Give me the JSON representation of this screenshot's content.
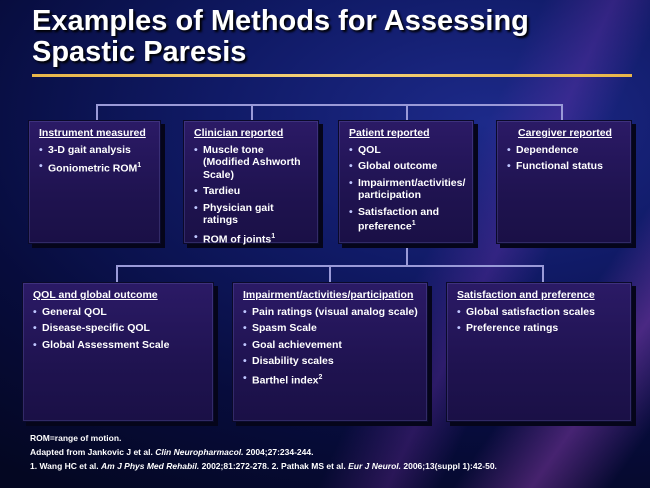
{
  "title": "Examples of Methods for Assessing Spastic Paresis",
  "top_boxes": [
    {
      "heading": "Instrument measured",
      "items": [
        {
          "text": "3-D gait analysis",
          "sup": ""
        },
        {
          "text": "Goniometric ROM",
          "sup": "1"
        }
      ]
    },
    {
      "heading": "Clinician reported",
      "items": [
        {
          "text": "Muscle tone (Modified Ashworth Scale)",
          "sup": ""
        },
        {
          "text": "Tardieu",
          "sup": ""
        },
        {
          "text": "Physician gait ratings",
          "sup": ""
        },
        {
          "text": "ROM of joints",
          "sup": "1"
        }
      ]
    },
    {
      "heading": "Patient reported",
      "items": [
        {
          "text": "QOL",
          "sup": ""
        },
        {
          "text": "Global outcome",
          "sup": ""
        },
        {
          "text": "Impairment/activities/ participation",
          "sup": ""
        },
        {
          "text": "Satisfaction and preference",
          "sup": "1"
        }
      ]
    },
    {
      "heading": "Caregiver reported",
      "items": [
        {
          "text": "Dependence",
          "sup": ""
        },
        {
          "text": "Functional status",
          "sup": ""
        }
      ]
    }
  ],
  "bottom_boxes": [
    {
      "heading": "QOL and global outcome",
      "items": [
        {
          "text": "General QOL",
          "sup": ""
        },
        {
          "text": "Disease-specific QOL",
          "sup": ""
        },
        {
          "text": "Global Assessment Scale",
          "sup": ""
        }
      ]
    },
    {
      "heading": "Impairment/activities/participation",
      "items": [
        {
          "text": "Pain ratings (visual analog scale)",
          "sup": ""
        },
        {
          "text": "Spasm Scale",
          "sup": ""
        },
        {
          "text": "Goal achievement",
          "sup": ""
        },
        {
          "text": "Disability scales",
          "sup": ""
        },
        {
          "text": "Barthel index",
          "sup": "2"
        }
      ]
    },
    {
      "heading": "Satisfaction and preference",
      "items": [
        {
          "text": "Global satisfaction scales",
          "sup": ""
        },
        {
          "text": "Preference ratings",
          "sup": ""
        }
      ]
    }
  ],
  "footnotes": {
    "line1": "ROM=range of motion.",
    "line2_prefix": "Adapted from Jankovic J et al. ",
    "line2_journal": "Clin Neuropharmacol.",
    "line2_suffix": " 2004;27:234-244.",
    "line3_a": "1. Wang HC et al. ",
    "line3_a_journal": "Am J Phys Med Rehabil.",
    "line3_b": " 2002;81:272-278.  2. Pathak MS et al. ",
    "line3_b_journal": "Eur J Neurol.",
    "line3_c": " 2006;13(suppl 1):42-50."
  },
  "colors": {
    "rule": "#e8b64a",
    "connector": "#9a9ad8",
    "box_fill": "#2b1a66"
  }
}
